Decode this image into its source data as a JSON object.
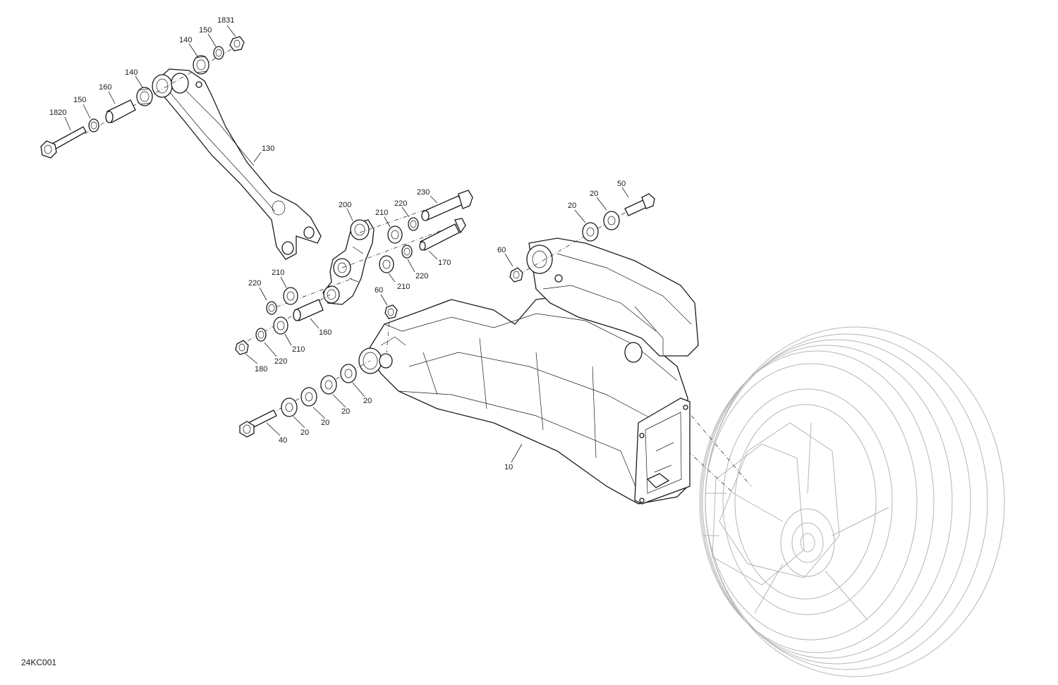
{
  "diagram_code": "24KC001",
  "callouts": [
    {
      "id": "c-1831",
      "text": "1831"
    },
    {
      "id": "c-150-top",
      "text": "150"
    },
    {
      "id": "c-140-top",
      "text": "140"
    },
    {
      "id": "c-140-mid",
      "text": "140"
    },
    {
      "id": "c-160-top",
      "text": "160"
    },
    {
      "id": "c-150-left",
      "text": "150"
    },
    {
      "id": "c-1820",
      "text": "1820"
    },
    {
      "id": "c-130",
      "text": "130"
    },
    {
      "id": "c-200",
      "text": "200"
    },
    {
      "id": "c-230",
      "text": "230"
    },
    {
      "id": "c-220-a",
      "text": "220"
    },
    {
      "id": "c-210-a",
      "text": "210"
    },
    {
      "id": "c-170",
      "text": "170"
    },
    {
      "id": "c-220-b",
      "text": "220"
    },
    {
      "id": "c-210-b",
      "text": "210"
    },
    {
      "id": "c-210-c",
      "text": "210"
    },
    {
      "id": "c-220-c",
      "text": "220"
    },
    {
      "id": "c-160-mid",
      "text": "160"
    },
    {
      "id": "c-210-d",
      "text": "210"
    },
    {
      "id": "c-220-d",
      "text": "220"
    },
    {
      "id": "c-180",
      "text": "180"
    },
    {
      "id": "c-60-mid",
      "text": "60"
    },
    {
      "id": "c-60-right",
      "text": "60"
    },
    {
      "id": "c-50",
      "text": "50"
    },
    {
      "id": "c-20-a",
      "text": "20"
    },
    {
      "id": "c-20-b",
      "text": "20"
    },
    {
      "id": "c-20-c",
      "text": "20"
    },
    {
      "id": "c-20-d",
      "text": "20"
    },
    {
      "id": "c-20-e",
      "text": "20"
    },
    {
      "id": "c-20-f",
      "text": "20"
    },
    {
      "id": "c-40",
      "text": "40"
    },
    {
      "id": "c-10",
      "text": "10"
    }
  ]
}
